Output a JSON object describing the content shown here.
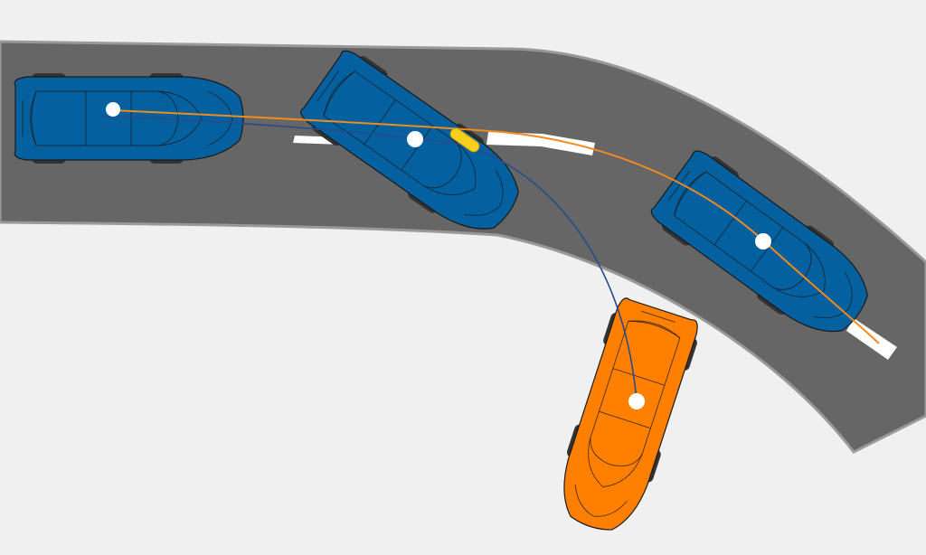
{
  "colors": {
    "background": "#f0f0f0",
    "road_fill": "#666666",
    "road_edge": "#999999",
    "lane_marking": "#ffffff",
    "blue_car": "#04609f",
    "orange_car": "#ff7f00",
    "orange_path": "#f28a1e",
    "blue_path": "#2a4a8c",
    "tire": "#333333",
    "marker": "#ffffff",
    "highlight": "#f7cf1c"
  },
  "scene": {
    "cars": [
      {
        "id": "blue-car-1",
        "color": "blue",
        "role": "vehicle"
      },
      {
        "id": "blue-car-2",
        "color": "blue",
        "role": "vehicle"
      },
      {
        "id": "blue-car-3",
        "color": "blue",
        "role": "vehicle"
      },
      {
        "id": "orange-car",
        "color": "orange",
        "role": "vehicle"
      }
    ],
    "paths": [
      {
        "id": "orange-path",
        "color": "orange"
      },
      {
        "id": "blue-path",
        "color": "blue"
      }
    ],
    "icons": [
      "car-icon",
      "road-icon",
      "trajectory-icon",
      "center-point-icon",
      "contact-point-icon"
    ]
  }
}
